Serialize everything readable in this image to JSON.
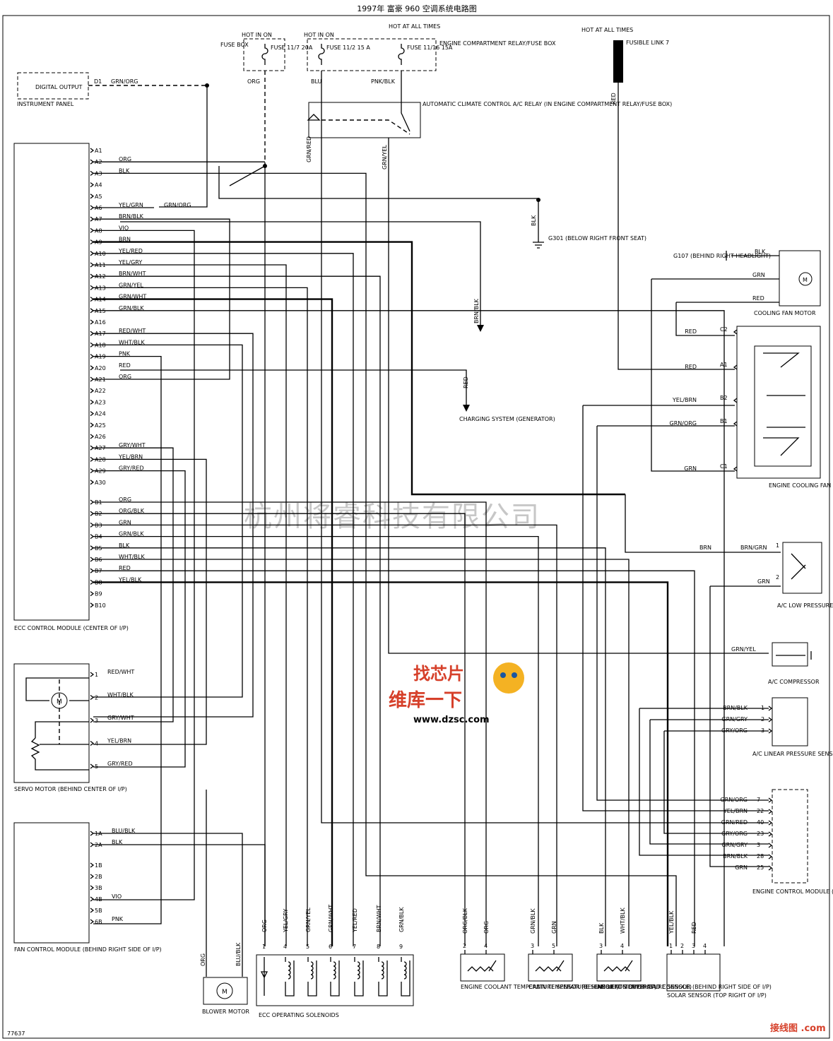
{
  "title": "1997年 富豪 960 空调系统电路图",
  "figure_no": "77637",
  "watermark": "杭州将睿科技有限公司",
  "logo": {
    "text1": "找芯片",
    "text2": "维库一下",
    "url": "www.dzsc.com",
    "corner": "接线图 .com"
  },
  "colors": {
    "wire": "#000000",
    "watermark": "#c7c7c7",
    "logo": "#d6402a"
  },
  "fuses": {
    "hot_in_on": "HOT IN ON",
    "hot_at_all_times": "HOT AT ALL TIMES",
    "fuse_box": "FUSE BOX",
    "engine_box": "ENGINE COMPARTMENT RELAY/FUSE BOX",
    "f1": "FUSE 11/7 20A",
    "f2": "FUSE 11/2 15 A",
    "f3": "FUSE 11/16 15A",
    "fusible_link": "FUSIBLE LINK 7",
    "hot_top": "HOT AT ALL TIMES"
  },
  "instrument_panel": {
    "name": "INSTRUMENT PANEL",
    "output": "DIGITAL OUTPUT",
    "pin": "D1",
    "wire": "GRN/ORG"
  },
  "ecc_module": {
    "name": "ECC CONTROL MODULE (CENTER OF I/P)",
    "pins": [
      {
        "pin": "A1",
        "wire": ""
      },
      {
        "pin": "A2",
        "wire": "ORG"
      },
      {
        "pin": "A3",
        "wire": "BLK"
      },
      {
        "pin": "A4",
        "wire": ""
      },
      {
        "pin": "A5",
        "wire": ""
      },
      {
        "pin": "A6",
        "wire": "YEL/GRN"
      },
      {
        "pin": "A7",
        "wire": "BRN/BLK"
      },
      {
        "pin": "A8",
        "wire": "VIO"
      },
      {
        "pin": "A9",
        "wire": "BRN"
      },
      {
        "pin": "A10",
        "wire": "YEL/RED"
      },
      {
        "pin": "A11",
        "wire": "YEL/GRY"
      },
      {
        "pin": "A12",
        "wire": "BRN/WHT"
      },
      {
        "pin": "A13",
        "wire": "GRN/YEL"
      },
      {
        "pin": "A14",
        "wire": "GRN/WHT"
      },
      {
        "pin": "A15",
        "wire": "GRN/BLK"
      },
      {
        "pin": "A16",
        "wire": ""
      },
      {
        "pin": "A17",
        "wire": "RED/WHT"
      },
      {
        "pin": "A18",
        "wire": "WHT/BLK"
      },
      {
        "pin": "A19",
        "wire": "PNK"
      },
      {
        "pin": "A20",
        "wire": "RED"
      },
      {
        "pin": "A21",
        "wire": "ORG"
      },
      {
        "pin": "A22",
        "wire": ""
      },
      {
        "pin": "A23",
        "wire": ""
      },
      {
        "pin": "A24",
        "wire": ""
      },
      {
        "pin": "A25",
        "wire": ""
      },
      {
        "pin": "A26",
        "wire": ""
      },
      {
        "pin": "A27",
        "wire": "GRY/WHT"
      },
      {
        "pin": "A28",
        "wire": "YEL/BRN"
      },
      {
        "pin": "A29",
        "wire": "GRY/RED"
      },
      {
        "pin": "A30",
        "wire": ""
      },
      {
        "pin": "B1",
        "wire": "ORG"
      },
      {
        "pin": "B2",
        "wire": "ORG/BLK"
      },
      {
        "pin": "B3",
        "wire": "GRN"
      },
      {
        "pin": "B4",
        "wire": "GRN/BLK"
      },
      {
        "pin": "B5",
        "wire": "BLK"
      },
      {
        "pin": "B6",
        "wire": "WHT/BLK"
      },
      {
        "pin": "B7",
        "wire": "RED"
      },
      {
        "pin": "B8",
        "wire": "YEL/BLK"
      },
      {
        "pin": "B9",
        "wire": ""
      },
      {
        "pin": "B10",
        "wire": ""
      }
    ],
    "a6_splice": "GRN/ORG"
  },
  "servo_motor": {
    "name": "SERVO MOTOR (BEHIND CENTER OF I/P)",
    "pins": [
      {
        "pin": "1",
        "wire": "RED/WHT"
      },
      {
        "pin": "2",
        "wire": "WHT/BLK"
      },
      {
        "pin": "3",
        "wire": "GRY/WHT"
      },
      {
        "pin": "4",
        "wire": "YEL/BRN"
      },
      {
        "pin": "5",
        "wire": "GRY/RED"
      }
    ]
  },
  "fan_control": {
    "name": "FAN CONTROL MODULE (BEHIND RIGHT SIDE OF I/P)",
    "pins": [
      {
        "pin": "1A",
        "wire": "BLU/BLK"
      },
      {
        "pin": "2A",
        "wire": "BLK"
      },
      {
        "pin": "1B",
        "wire": ""
      },
      {
        "pin": "2B",
        "wire": ""
      },
      {
        "pin": "3B",
        "wire": ""
      },
      {
        "pin": "4B",
        "wire": "VIO"
      },
      {
        "pin": "5B",
        "wire": ""
      },
      {
        "pin": "6B",
        "wire": "PNK"
      }
    ]
  },
  "ac_relay": {
    "name": "AUTOMATIC CLIMATE CONTROL A/C RELAY (IN ENGINE COMPARTMENT RELAY/FUSE BOX)"
  },
  "wires_top": {
    "org": "ORG",
    "blu": "BLU",
    "pnk_blk": "PNK/BLK",
    "grn_red": "GRN/RED",
    "grn_yel": "GRN/YEL",
    "red": "RED",
    "blk": "BLK",
    "brn_blk": "BRN/BLK"
  },
  "grounds": {
    "g301": "G301 (BELOW RIGHT FRONT SEAT)",
    "g107": "G107 (BEHIND RIGHT HEADLIGHT)"
  },
  "charging": "CHARGING SYSTEM (GENERATOR)",
  "cooling_fan_motor": {
    "name": "COOLING FAN MOTOR",
    "wires": [
      "BLK",
      "GRN",
      "RED"
    ]
  },
  "fan_relay": {
    "name": "ENGINE COOLING FAN RELAY (RIGHT FRONT OF ENGINE COMPARTMENT)",
    "pins": [
      {
        "pin": "C2",
        "wire": "RED"
      },
      {
        "pin": "A1",
        "wire": "RED"
      },
      {
        "pin": "B2",
        "wire": "YEL/BRN"
      },
      {
        "pin": "B1",
        "wire": "GRN/ORG"
      },
      {
        "pin": "C1",
        "wire": "GRN"
      }
    ]
  },
  "ac_low_pressure": {
    "name": "A/C LOW PRESSURE SENSOR (ON ACCUMULATOR)",
    "pins": [
      {
        "pin": "1",
        "wire": "BRN/GRN",
        "wire2": "BRN"
      },
      {
        "pin": "2",
        "wire": "GRN"
      }
    ]
  },
  "ac_compressor": {
    "name": "A/C COMPRESSOR",
    "wire": "GRN/YEL"
  },
  "ac_linear": {
    "name": "A/C LINEAR PRESSURE SENSOR",
    "pins": [
      {
        "pin": "1",
        "wire": "BRN/BLK"
      },
      {
        "pin": "2",
        "wire": "GRN/GRY"
      },
      {
        "pin": "3",
        "wire": "GRY/ORG"
      }
    ]
  },
  "ecm": {
    "name": "ENGINE CONTROL MODULE (LEFT KICK PANEL)",
    "pins": [
      {
        "pin": "7",
        "wire": "GRN/ORG"
      },
      {
        "pin": "22",
        "wire": "YEL/BRN"
      },
      {
        "pin": "40",
        "wire": "GRN/RED"
      },
      {
        "pin": "23",
        "wire": "GRY/ORG"
      },
      {
        "pin": "3",
        "wire": "GRN/GRY"
      },
      {
        "pin": "28",
        "wire": "BRN/BLK"
      },
      {
        "pin": "25",
        "wire": "GRN"
      }
    ]
  },
  "blower": {
    "name": "BLOWER MOTOR",
    "wires": [
      "ORG",
      "BLU/BLK"
    ]
  },
  "solenoids": {
    "name": "ECC OPERATING SOLENOIDS",
    "pins": [
      {
        "pin": "1",
        "wire": "ORG"
      },
      {
        "pin": "4",
        "wire": "YEL/GRY"
      },
      {
        "pin": "5",
        "wire": "GRN/YEL"
      },
      {
        "pin": "6",
        "wire": "GRN/WHT"
      },
      {
        "pin": "7",
        "wire": "YEL/RED"
      },
      {
        "pin": "8",
        "wire": "BRN/WHT"
      },
      {
        "pin": "9",
        "wire": "GRN/BLK"
      }
    ]
  },
  "sensors": [
    {
      "name": "ENGINE COOLANT TEMPERATURE SENSOR (BEHIND LEFT SIDE OF I/P)",
      "pins": [
        {
          "pin": "2",
          "wire": "ORG/BLK"
        },
        {
          "pin": "4",
          "wire": "ORG"
        }
      ]
    },
    {
      "name": "CABIN TEMPERATURE SENSOR (ON OVERHEAD CONSOLE)",
      "pins": [
        {
          "pin": "3",
          "wire": "GRN/BLK"
        },
        {
          "pin": "5",
          "wire": "GRN"
        }
      ]
    },
    {
      "name": "AMBIENT TEMPERATURE SENSOR (BEHIND RIGHT SIDE OF I/P)",
      "pins": [
        {
          "pin": "3",
          "wire": "BLK"
        },
        {
          "pin": "4",
          "wire": "WHT/BLK"
        }
      ]
    },
    {
      "name": "SOLAR SENSOR (TOP RIGHT OF I/P)",
      "pins": [
        {
          "pin": "1",
          "wire": "YEL/BLK"
        },
        {
          "pin": "2",
          "wire": ""
        },
        {
          "pin": "3",
          "wire": "RED"
        },
        {
          "pin": "4",
          "wire": ""
        }
      ]
    }
  ]
}
